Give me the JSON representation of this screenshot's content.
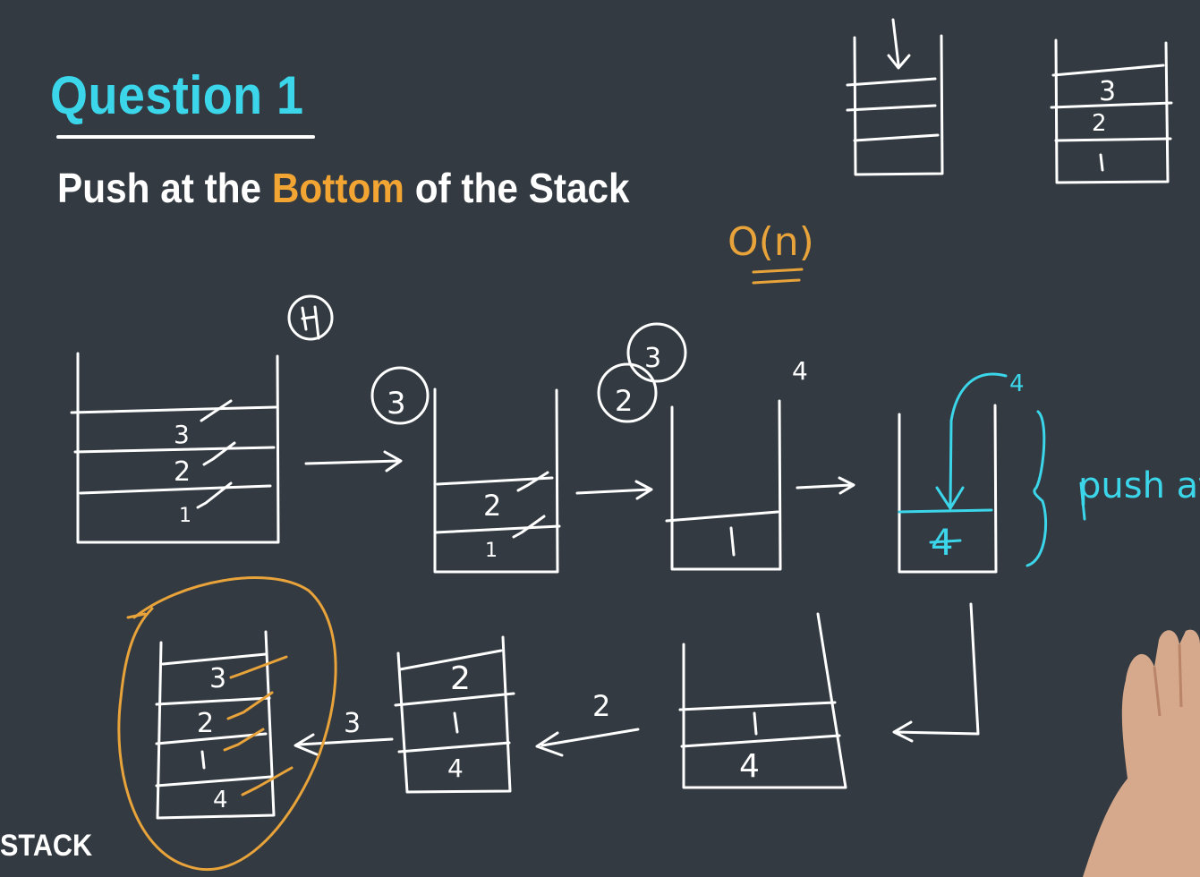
{
  "slide": {
    "title": "Question 1",
    "subtitle_before": "Push at the ",
    "subtitle_highlight": "Bottom",
    "subtitle_after": " of the Stack",
    "footer_label": "STACK"
  },
  "colors": {
    "background": "#333a41",
    "title": "#3bd6ea",
    "highlight": "#f3a533",
    "ink_white": "#ffffff",
    "ink_orange": "#e8a33a",
    "ink_cyan": "#3bd6ea"
  },
  "annotations": {
    "complexity": "O(n)",
    "push_note": "push at",
    "element_to_push": "4"
  },
  "top_example_stack": {
    "items": [
      "3",
      "2",
      "1"
    ]
  },
  "step1_stack": {
    "items": [
      "3",
      "2",
      "1"
    ],
    "held": "4"
  },
  "step2_stack": {
    "items": [
      "2",
      "1"
    ],
    "held": "3"
  },
  "step3_stack": {
    "items": [
      "1"
    ],
    "held": [
      "2",
      "3"
    ],
    "pending": "4"
  },
  "step4_stack": {
    "items": [
      "4"
    ],
    "incoming": "4"
  },
  "step5_stack": {
    "items": [
      "1",
      "4"
    ]
  },
  "step6_stack": {
    "items": [
      "2",
      "1",
      "4"
    ],
    "arrow_label": "2"
  },
  "step7_stack": {
    "items": [
      "3",
      "2",
      "1",
      "4"
    ],
    "arrow_label": "3"
  }
}
